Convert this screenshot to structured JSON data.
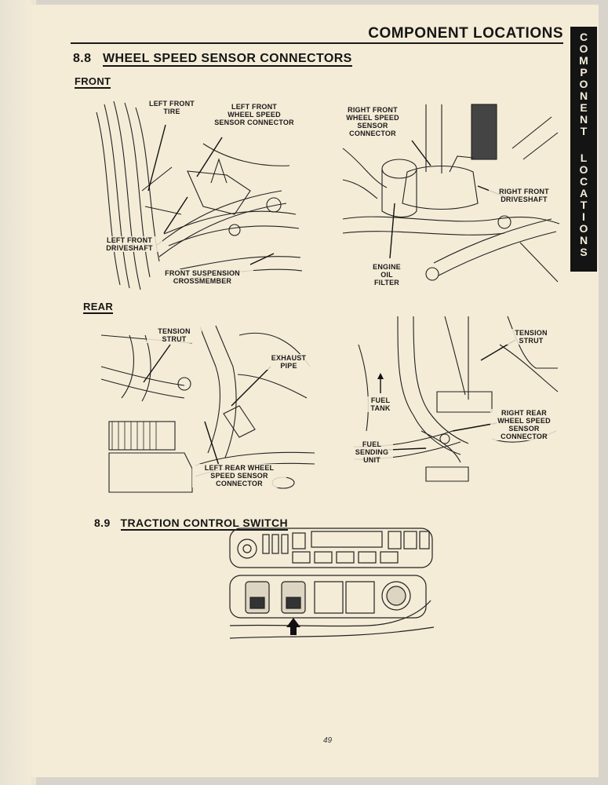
{
  "header": {
    "title": "COMPONENT LOCATIONS"
  },
  "side_tab": {
    "word1": "COMPONENT",
    "word2": "LOCATIONS"
  },
  "section_8_8": {
    "number": "8.8",
    "title": "WHEEL SPEED SENSOR CONNECTORS"
  },
  "front": {
    "label": "FRONT",
    "left_fig": {
      "tire": "LEFT FRONT\nTIRE",
      "connector": "LEFT FRONT\nWHEEL SPEED\nSENSOR CONNECTOR",
      "driveshaft": "LEFT FRONT\nDRIVESHAFT",
      "crossmember": "FRONT SUSPENSION\nCROSSMEMBER"
    },
    "right_fig": {
      "connector": "RIGHT FRONT\nWHEEL SPEED\nSENSOR\nCONNECTOR",
      "driveshaft": "RIGHT FRONT\nDRIVESHAFT",
      "oil_filter": "ENGINE\nOIL\nFILTER"
    }
  },
  "rear": {
    "label": "REAR",
    "left_fig": {
      "strut": "TENSION\nSTRUT",
      "exhaust": "EXHAUST\nPIPE",
      "connector": "LEFT REAR WHEEL\nSPEED SENSOR\nCONNECTOR"
    },
    "right_fig": {
      "strut": "TENSION\nSTRUT",
      "fuel_tank": "FUEL\nTANK",
      "connector": "RIGHT REAR\nWHEEL SPEED\nSENSOR\nCONNECTOR",
      "sending_unit": "FUEL\nSENDING\nUNIT"
    }
  },
  "section_8_9": {
    "number": "8.9",
    "title": "TRACTION CONTROL SWITCH"
  },
  "page_number": "49",
  "colors": {
    "paper": "#f4ecd7",
    "ink": "#1a1a1a",
    "tab": "#141414"
  }
}
